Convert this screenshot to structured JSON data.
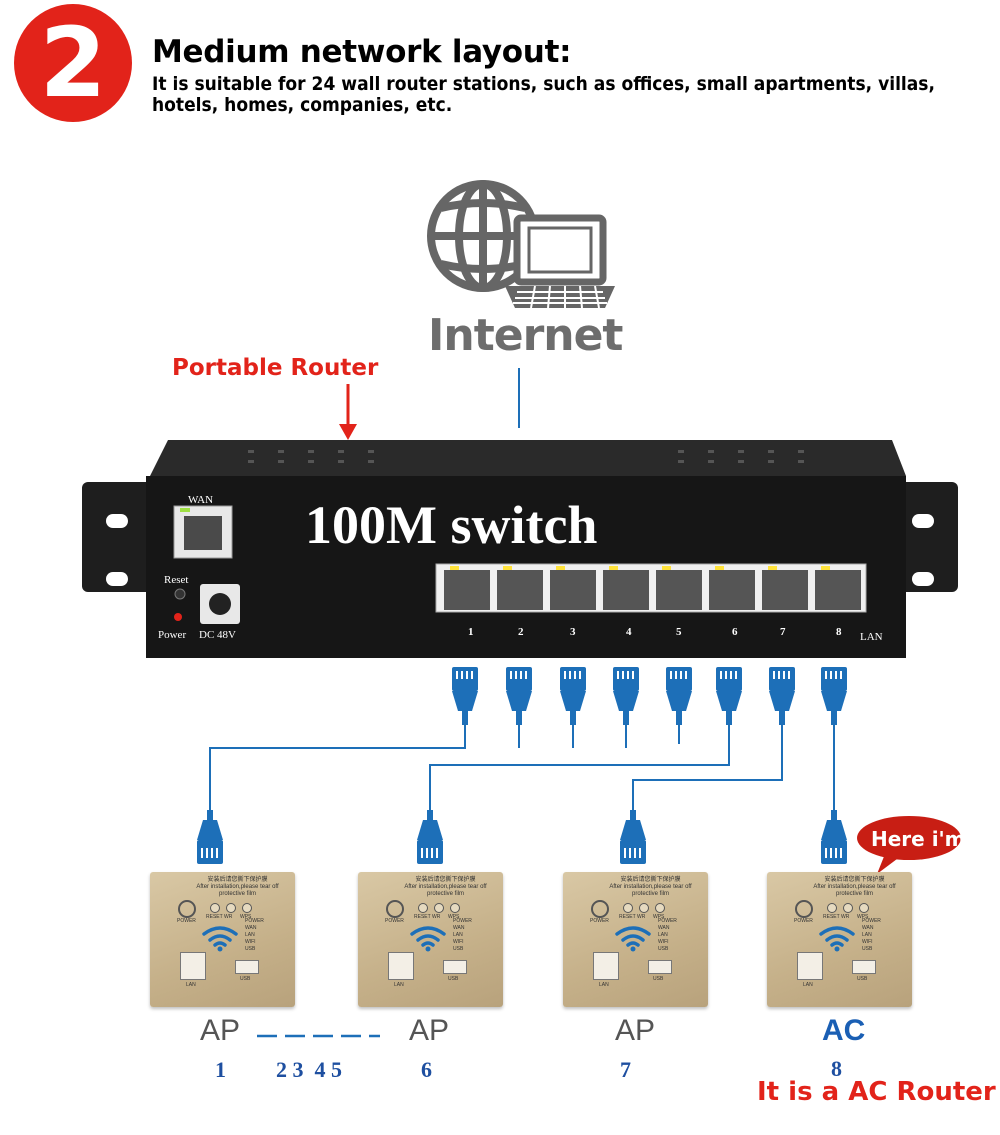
{
  "header": {
    "badge_number": "2",
    "title": "Medium network layout:",
    "subtitle": "It is suitable for 24 wall router stations, such as offices, small apartments, villas, hotels, homes, companies, etc."
  },
  "internet": {
    "label": "Internet"
  },
  "portable_router_label": "Portable Router",
  "switch": {
    "title": "100M switch",
    "wan_label": "WAN",
    "reset_label": "Reset",
    "power_label": "Power",
    "dc_label": "DC 48V",
    "lan_label": "LAN",
    "ports": [
      "1",
      "2",
      "3",
      "4",
      "5",
      "6",
      "7",
      "8"
    ]
  },
  "panels": {
    "header_text": "安装后请您撕下保护膜",
    "header_sub": "After installation,please tear off protective film",
    "button_labels": [
      "RESET",
      "WR",
      "WPS"
    ],
    "power_label": "POWER",
    "led_labels": [
      "POWER",
      "WAN",
      "LAN",
      "WIFI",
      "USB"
    ],
    "lan_label": "LAN",
    "usb_label": "USB"
  },
  "devices": [
    {
      "type_label": "AP",
      "number": "1"
    },
    {
      "type_label": "AP",
      "number": "6"
    },
    {
      "type_label": "AP",
      "number": "7"
    },
    {
      "type_label": "AC",
      "number": "8"
    }
  ],
  "ellipsis_numbers": "2 3  4 5",
  "bubble_text": "Here i'm",
  "ac_router_note": "It is a AC Router",
  "colors": {
    "badge_red": "#e2231a",
    "accent_red": "#e2231a",
    "cable_blue": "#1d6fb8",
    "number_blue": "#1e4fa0",
    "switch_body": "#1a1a1a"
  }
}
